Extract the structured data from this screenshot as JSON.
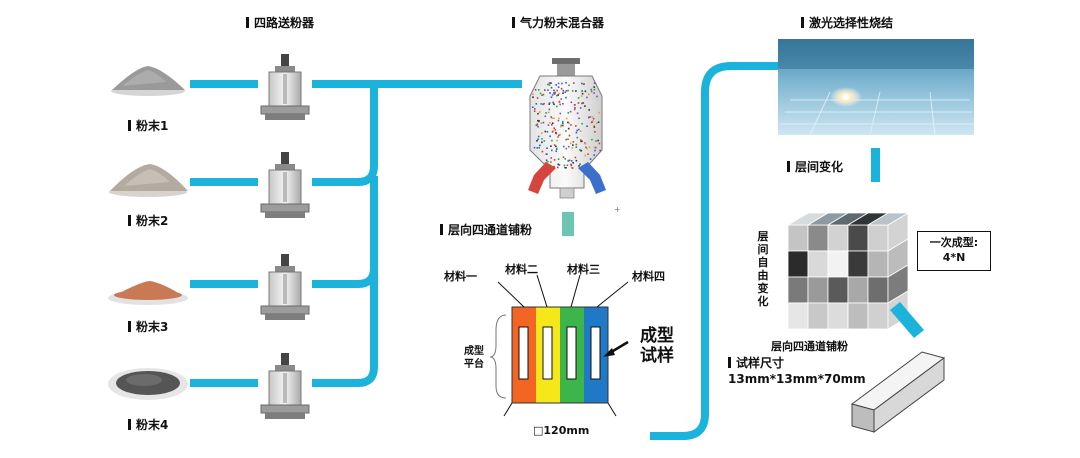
{
  "colors": {
    "pipe": "#1bb3dc",
    "material_1": "#f26522",
    "material_2": "#f6e71b",
    "material_3": "#3cb54a",
    "material_4": "#2079c7",
    "connector": "#6cc5b0"
  },
  "stage_labels": {
    "feeding": "四路送粉器",
    "mixer": "气力粉末混合器",
    "slm": "激光选择性烧结",
    "interlayer": "层间变化",
    "spreading": "层向四通道铺粉"
  },
  "powders": [
    {
      "label": "粉末1",
      "color": "#9a9a9a"
    },
    {
      "label": "粉末2",
      "color": "#b3aaa0"
    },
    {
      "label": "粉末3",
      "color": "#c97a55"
    },
    {
      "label": "粉末4",
      "color": "#555555"
    }
  ],
  "spreading_diagram": {
    "materials": [
      "材料一",
      "材料二",
      "材料三",
      "材料四"
    ],
    "platform_label": "成型平台",
    "specimen_label": "成型试样",
    "size_label": "□120mm"
  },
  "cube_diagram": {
    "side_label": "层间自由变化",
    "bottom_label": "层向四通道铺粉",
    "box_line1": "一次成型:",
    "box_line2": "4*N"
  },
  "specimen": {
    "title": "试样尺寸",
    "dims": "13mm*13mm*70mm"
  },
  "icons": [
    "powder-pile-icon",
    "powder-feeder-icon",
    "mixer-vessel-icon",
    "arrow-icon"
  ]
}
